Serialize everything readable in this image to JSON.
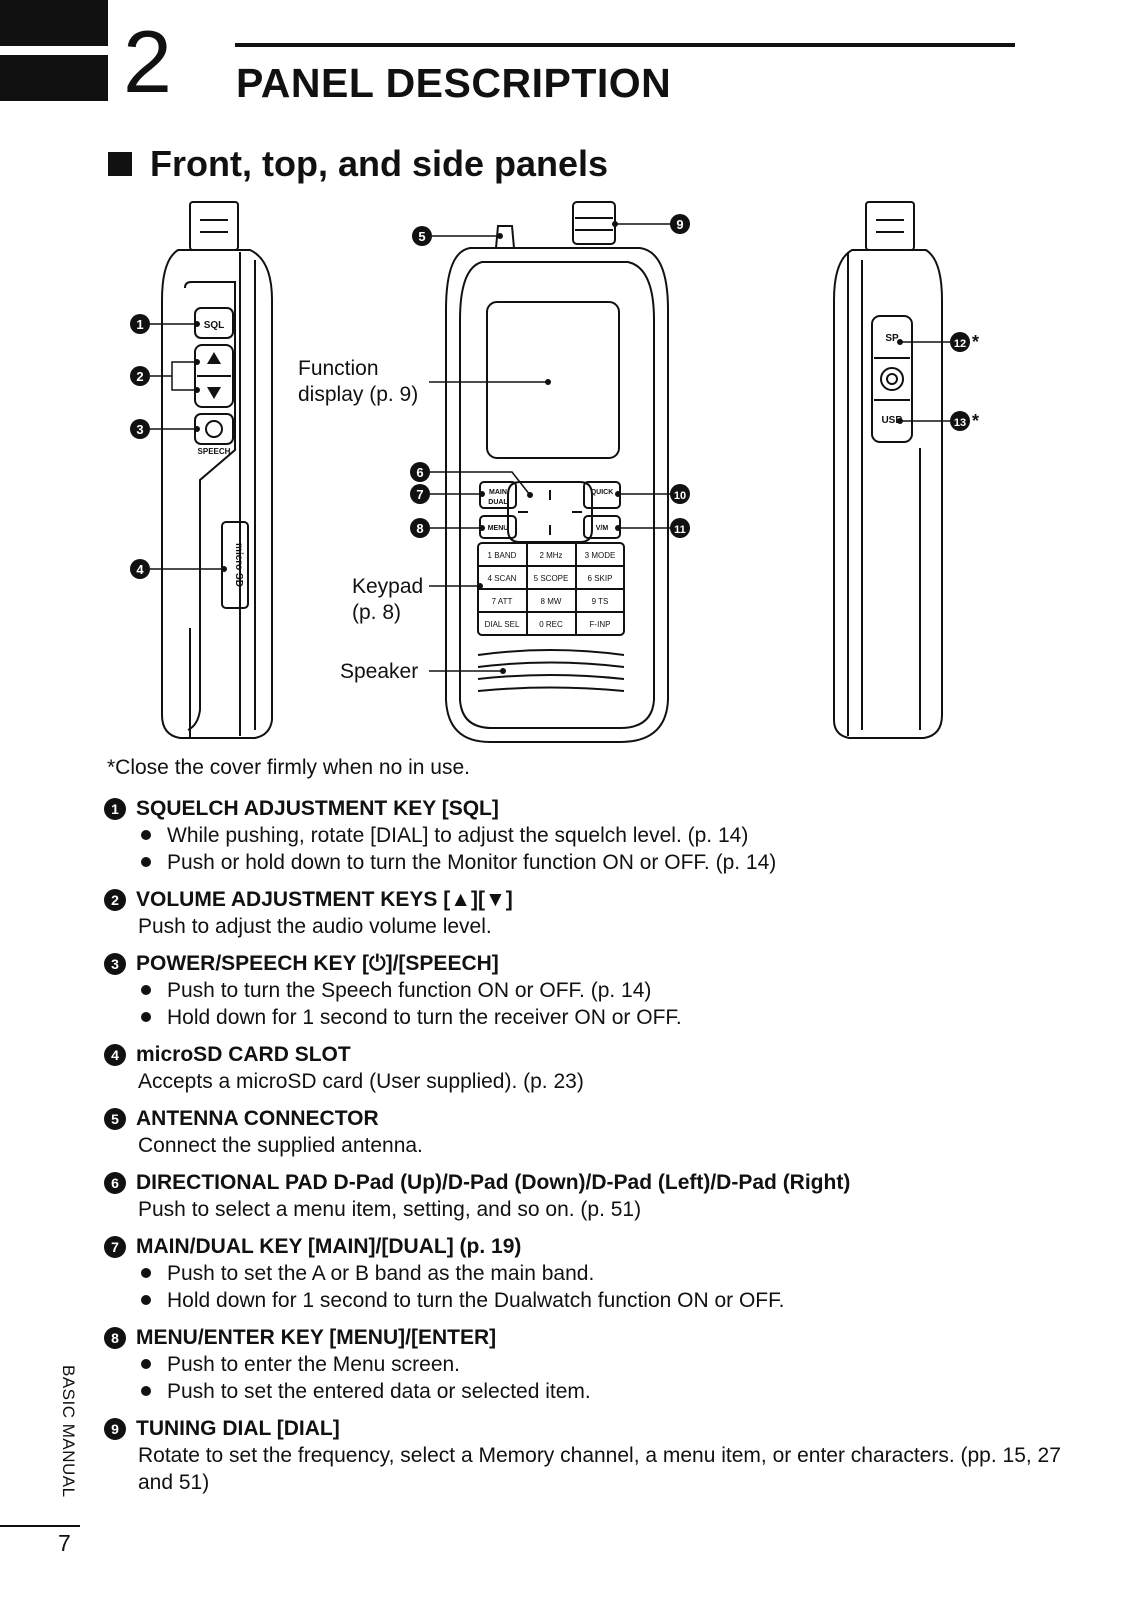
{
  "header": {
    "chapter_number": "2",
    "chapter_title": "PANEL DESCRIPTION"
  },
  "section": {
    "title": "Front, top, and side panels"
  },
  "figure": {
    "callouts": [
      "1",
      "2",
      "3",
      "4",
      "5",
      "6",
      "7",
      "8",
      "9",
      "10",
      "11",
      "12",
      "13"
    ],
    "asterisk": "*",
    "labels": {
      "function_display_line1": "Function",
      "function_display_line2": "display (p. 9)",
      "keypad_line1": "Keypad",
      "keypad_line2": "(p. 8)",
      "speaker": "Speaker"
    },
    "device_keys": {
      "sql": "SQL",
      "speech": "SPEECH",
      "microsd": "micro SD",
      "sp": "SP",
      "usb": "USB",
      "main": "MAIN",
      "dual": "DUAL",
      "menu": "MENU",
      "quick": "QUICK",
      "vfo": "V/M",
      "keypad": [
        [
          "1 BAND",
          "2 MHz",
          "3 MODE"
        ],
        [
          "4 SCAN",
          "5 SCOPE",
          "6 SKIP"
        ],
        [
          "7 ATT",
          "8 MW",
          "9 TS"
        ],
        [
          "DIAL SEL",
          "0 REC",
          "F-INP"
        ]
      ]
    }
  },
  "footnote": "*Close the cover firmly when no in use.",
  "items": [
    {
      "num": "1",
      "title": "SQUELCH ADJUSTMENT KEY [SQL]",
      "bullets": [
        "While pushing, rotate [DIAL] to adjust the squelch level. (p. 14)",
        "Push or hold down to turn the Monitor function ON or OFF. (p. 14)"
      ]
    },
    {
      "num": "2",
      "title": "VOLUME ADJUSTMENT KEYS [▲][▼]",
      "text": "Push to adjust the audio volume level."
    },
    {
      "num": "3",
      "title": "POWER/SPEECH KEY [⏻]/[SPEECH]",
      "bullets": [
        "Push to turn the Speech function ON or OFF. (p. 14)",
        "Hold down for 1 second to turn the receiver ON or OFF."
      ]
    },
    {
      "num": "4",
      "title": "microSD CARD SLOT",
      "text": "Accepts a microSD card (User supplied). (p. 23)"
    },
    {
      "num": "5",
      "title": "ANTENNA CONNECTOR",
      "text": "Connect the supplied antenna."
    },
    {
      "num": "6",
      "title": "DIRECTIONAL PAD D-Pad (Up)/D-Pad (Down)/D-Pad (Left)/D-Pad (Right)",
      "text": "Push to select a menu item, setting, and so on. (p. 51)"
    },
    {
      "num": "7",
      "title": "MAIN/DUAL KEY [MAIN]/[DUAL] (p. 19)",
      "bullets": [
        "Push to set the A or B band as the main band.",
        "Hold down for 1 second to turn the Dualwatch function ON or OFF."
      ]
    },
    {
      "num": "8",
      "title": "MENU/ENTER KEY [MENU]/[ENTER]",
      "bullets": [
        "Push to enter the Menu screen.",
        "Push to set the entered data or selected item."
      ]
    },
    {
      "num": "9",
      "title": "TUNING DIAL [DIAL]",
      "text": "Rotate to set the frequency, select a Memory channel, a menu item, or enter characters. (pp. 15, 27 and 51)"
    }
  ],
  "footer": {
    "side_label": "BASIC MANUAL",
    "page_number": "7"
  }
}
